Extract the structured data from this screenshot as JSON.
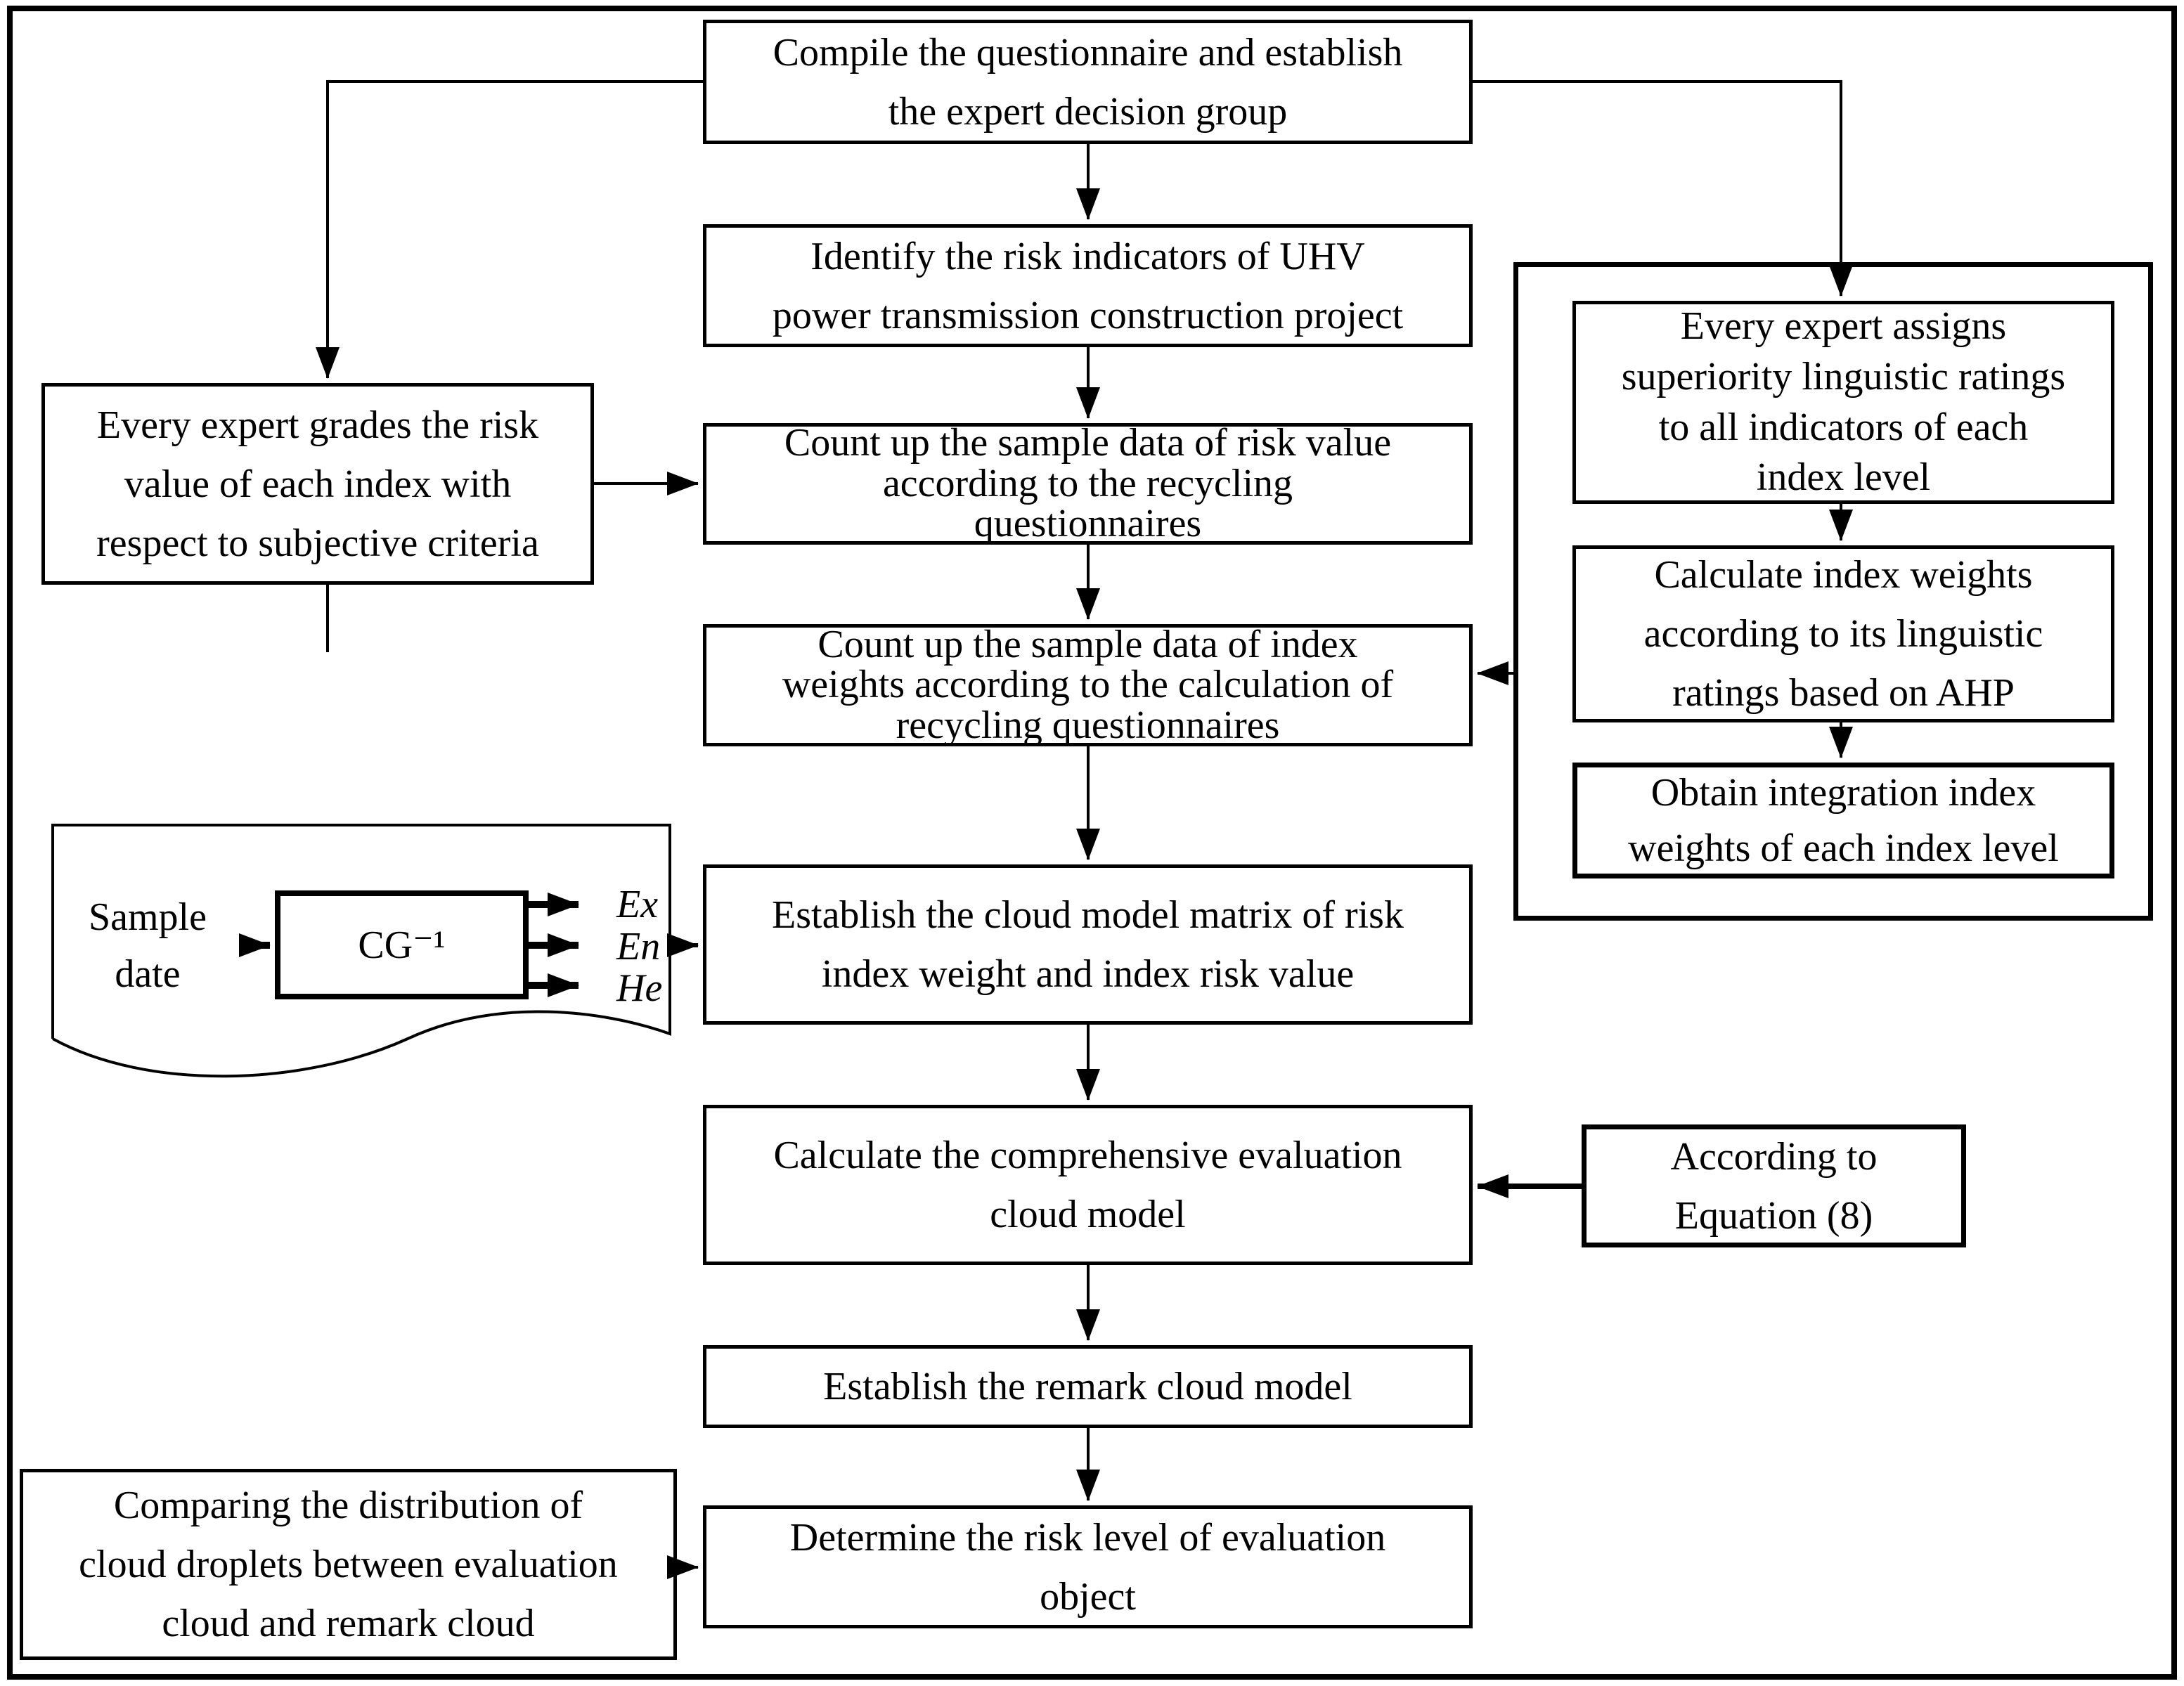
{
  "colors": {
    "ink": "#000000",
    "paper": "#ffffff"
  },
  "nodes": {
    "compile": {
      "lines": [
        "Compile the questionnaire and establish",
        "the expert decision group"
      ]
    },
    "identify": {
      "lines": [
        "Identify the risk indicators of UHV",
        "power transmission construction project"
      ]
    },
    "count_risk": {
      "lines": [
        "Count up the sample data of risk value",
        "according to the recycling",
        "questionnaires"
      ]
    },
    "count_weights": {
      "lines": [
        "Count up the sample data of index",
        "weights according to the calculation of",
        "recycling questionnaires"
      ]
    },
    "matrix": {
      "lines": [
        "Establish the cloud model matrix of risk",
        "index weight and index risk value"
      ]
    },
    "comprehensive": {
      "lines": [
        "Calculate the comprehensive evaluation",
        "cloud model"
      ]
    },
    "remark": {
      "lines": [
        "Establish the remark cloud model"
      ]
    },
    "determine": {
      "lines": [
        "Determine the risk level of evaluation",
        "object"
      ]
    },
    "grades": {
      "lines": [
        "Every expert grades the risk",
        "value of each index with",
        "respect to subjective criteria"
      ]
    },
    "comparing": {
      "lines": [
        "Comparing the distribution of",
        "cloud droplets between evaluation",
        "cloud and remark cloud"
      ]
    },
    "assign_ratings": {
      "lines": [
        "Every expert assigns",
        "superiority linguistic ratings",
        "to all indicators of each",
        "index level"
      ]
    },
    "calc_ahp": {
      "lines": [
        "Calculate index weights",
        "according to its linguistic",
        "ratings based on AHP"
      ]
    },
    "obtain_weights": {
      "lines": [
        "Obtain integration index",
        "weights of each index level"
      ]
    },
    "equation8": {
      "lines": [
        "According to",
        "Equation (8)"
      ]
    },
    "sample": {
      "lines": [
        "Sample",
        "date"
      ]
    },
    "cg": {
      "label": "CG⁻¹"
    },
    "cloud_params": {
      "ex": "Ex",
      "en": "En",
      "he": "He"
    }
  }
}
